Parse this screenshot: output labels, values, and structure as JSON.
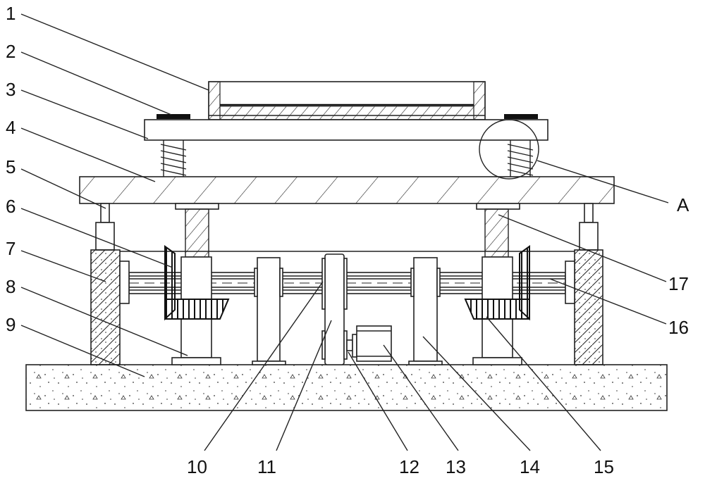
{
  "labels": {
    "l1": "1",
    "l2": "2",
    "l3": "3",
    "l4": "4",
    "l5": "5",
    "l6": "6",
    "l7": "7",
    "l8": "8",
    "l9": "9",
    "l10": "10",
    "l11": "11",
    "l12": "12",
    "l13": "13",
    "l14": "14",
    "l15": "15",
    "l16": "16",
    "l17": "17",
    "lA": "A"
  },
  "colors": {
    "line": "#222222",
    "background": "#ffffff"
  }
}
